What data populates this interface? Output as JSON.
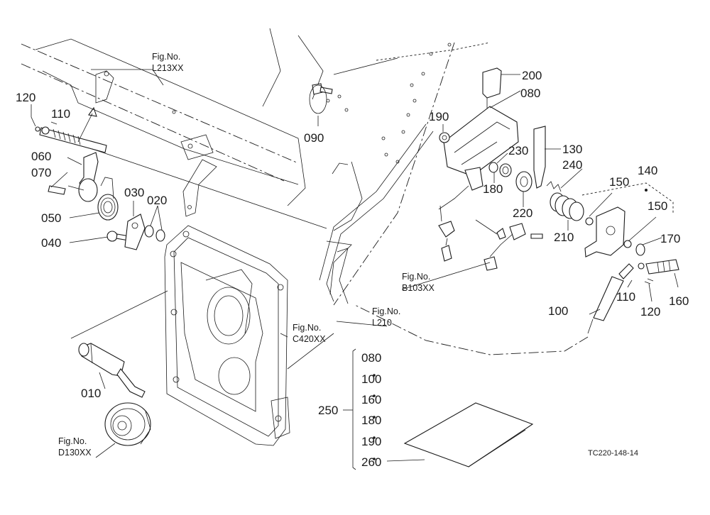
{
  "callouts": {
    "p010": "010",
    "p020": "020",
    "p030": "030",
    "p040": "040",
    "p050": "050",
    "p060": "060",
    "p070": "070",
    "p080": "080",
    "p090": "090",
    "p100": "100",
    "p110a": "110",
    "p110b": "110",
    "p120a": "120",
    "p120b": "120",
    "p130": "130",
    "p140": "140",
    "p150a": "150",
    "p150b": "150",
    "p160": "160",
    "p170": "170",
    "p180": "180",
    "p190": "190",
    "p200": "200",
    "p210": "210",
    "p220": "220",
    "p230": "230",
    "p240": "240",
    "p250": "250"
  },
  "fig_refs": {
    "l213": {
      "label": "Fig.No.",
      "code": "L213XX"
    },
    "l210": {
      "label": "Fig.No.",
      "code": "L210"
    },
    "b103": {
      "label": "Fig.No.",
      "code": "B103XX"
    },
    "c420": {
      "label": "Fig.No.",
      "code": "C420XX"
    },
    "d130": {
      "label": "Fig.No.",
      "code": "D130XX"
    }
  },
  "kit_list": [
    "080",
    "100",
    "160",
    "180",
    "190",
    "260"
  ],
  "drawing_code": "TC220-148-14"
}
